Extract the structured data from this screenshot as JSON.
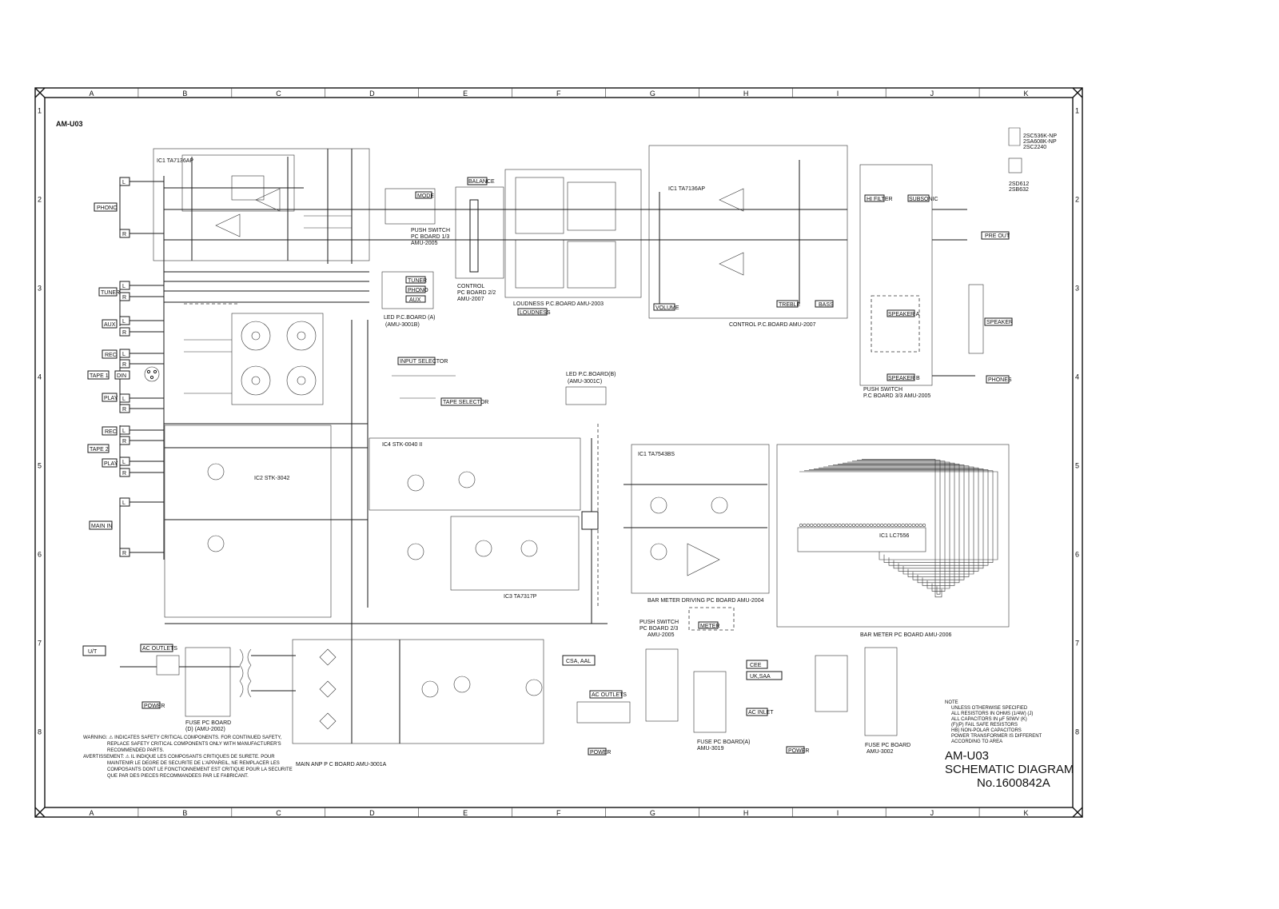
{
  "sheet": {
    "model_tag": "AM-U03",
    "title_model": "AM-U03",
    "title_main": "SCHEMATIC DIAGRAM",
    "title_no": "No.1600842A"
  },
  "grid": {
    "columns": [
      "A",
      "B",
      "C",
      "D",
      "E",
      "F",
      "G",
      "H",
      "I",
      "J",
      "K"
    ],
    "rows": [
      "1",
      "2",
      "3",
      "4",
      "5",
      "6",
      "7",
      "8"
    ]
  },
  "inputs": [
    "PHONO",
    "TUNER",
    "AUX",
    "REC",
    "TAPE 1",
    "DIN",
    "PLAY",
    "REC",
    "TAPE 2",
    "PLAY",
    "MAIN IN"
  ],
  "channel_marks": [
    "L",
    "R"
  ],
  "switch_labels": {
    "mode": "MODE",
    "balance": "BALANCE",
    "loudness": "LOUDNESS",
    "volume": "VOLUME",
    "treble": "TREBLE",
    "bass": "BASS",
    "tuner": "TUNER",
    "phono": "PHONO",
    "aux": "AUX",
    "input_selector": "INPUT SELECTOR",
    "tape_selector": "TAPE SELECTOR",
    "hi_filter": "HI FILTER",
    "subsonic": "SUBSONIC",
    "pre_out": "PRE OUT",
    "speaker_a": "SPEAKER A",
    "speaker_b": "SPEAKER B",
    "speaker": "SPEAKER",
    "phones": "PHONES",
    "meter": "METER",
    "power": "POWER",
    "ac_inlet": "AC INLET",
    "ut": "U/T",
    "csa_aal": "CSA, AAL",
    "cee": "CEE",
    "uk_saa": "UK,SAA"
  },
  "ac_outlets": "AC OUTLETS",
  "boards": {
    "push_switch_1": [
      "PUSH SWITCH",
      "PC BOARD 1/3",
      "AMU-2005"
    ],
    "control_2_2": [
      "CONTROL",
      "PC BOARD 2/2",
      "AMU-2007"
    ],
    "loudness": "LOUDNESS P.C.BOARD AMU-2003",
    "control": "CONTROL P.C.BOARD AMU-2007",
    "led_a": [
      "LED P.C.BOARD (A)",
      "(AMU-3001B)"
    ],
    "led_b": [
      "LED P.C.BOARD(B)",
      "(AMU-3001C)"
    ],
    "push_switch_3": [
      "PUSH SWITCH",
      "P.C BOARD 3/3  AMU-2005"
    ],
    "bar_meter_driving": "BAR METER DRIVING PC BOARD  AMU-2004",
    "bar_meter": "BAR METER PC BOARD AMU-2006",
    "push_switch_2": [
      "PUSH SWITCH",
      "PC BOARD 2/3",
      "AMU-2005"
    ],
    "main_amp": "MAIN ANP P C BOARD  AMU-3001A",
    "fuse_d": [
      "FUSE PC BOARD",
      "(D)  (AMU-2002)"
    ],
    "fuse_a": [
      "FUSE PC BOARD(A)",
      "AMU-3019"
    ],
    "fuse_b": [
      "FUSE PC BOARD",
      "AMU-3002"
    ]
  },
  "ics": {
    "ic1": "IC1 TA7136AP",
    "ic_ctrl": "IC1 TA7136AP",
    "ic4": "IC4 STK-0040 II",
    "ic2": "IC2 STK-3042",
    "ic3": "IC3 TA7317P",
    "ic_bar_drv": "IC1 TA7543BS",
    "ic_bar": "IC1 LC7556"
  },
  "transistor_note": [
    "2SC536K-NP",
    "2SA608K-NP",
    "2SC2240",
    "2SD612",
    "2SB632"
  ],
  "warning_lines": [
    "WARNING: ⚠ INDICATES SAFETY CRITICAL COMPONENTS. FOR CONTINUED SAFETY,",
    "REPLACE SAFETY CRITICAL COMPONENTS ONLY WITH MANUFACTURER'S",
    "RECOMMENDED PARTS.",
    "AVERTISSEMENT: ⚠ IL INDIQUE LES COMPOSANTS CRITIQUES DE SURETE. POUR",
    "MAINTENIR LE DEGRE DE SECURITE DE L'APPAREIL, NE REMPLACER LES",
    "COMPOSANTS DONT LE FONCTIONNEMENT EST CRITIQUE POUR LA SECURITE",
    "QUE PAR DES PIECES RECOMMANDEES PAR LE FABRICANT."
  ],
  "note_lines": [
    "NOTE",
    "UNLESS OTHERWISE SPECIFIED",
    "ALL RESISTORS IN OHMS (1/4W) (J)",
    "ALL CAPACITORS IN μF 50WV (K)",
    "(F)(P) FAIL SAFE RESISTORS",
    "HB) NON-POLAR CAPACITORS",
    "POWER TRANSFORMER IS DIFFERENT",
    "ACCORDING TO AREA"
  ]
}
